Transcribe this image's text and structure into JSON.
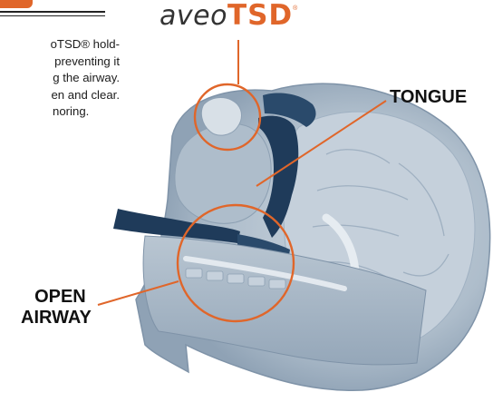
{
  "description": {
    "lines": [
      "oTSD® hold-",
      "preventing it",
      "g the airway.",
      "en and clear.",
      "noring."
    ]
  },
  "brand": {
    "prefix": "aveo",
    "suffix": "TSD",
    "mark": "®"
  },
  "labels": {
    "tongue": "TONGUE",
    "open_airway_line1": "OPEN",
    "open_airway_line2": "AIRWAY"
  },
  "colors": {
    "accent": "#e0662a",
    "text": "#1c1c1c",
    "scan_tissue": "#b8c5d1",
    "scan_dark": "#1f3b5a"
  },
  "icons": [
    "mri-head-illustration"
  ]
}
